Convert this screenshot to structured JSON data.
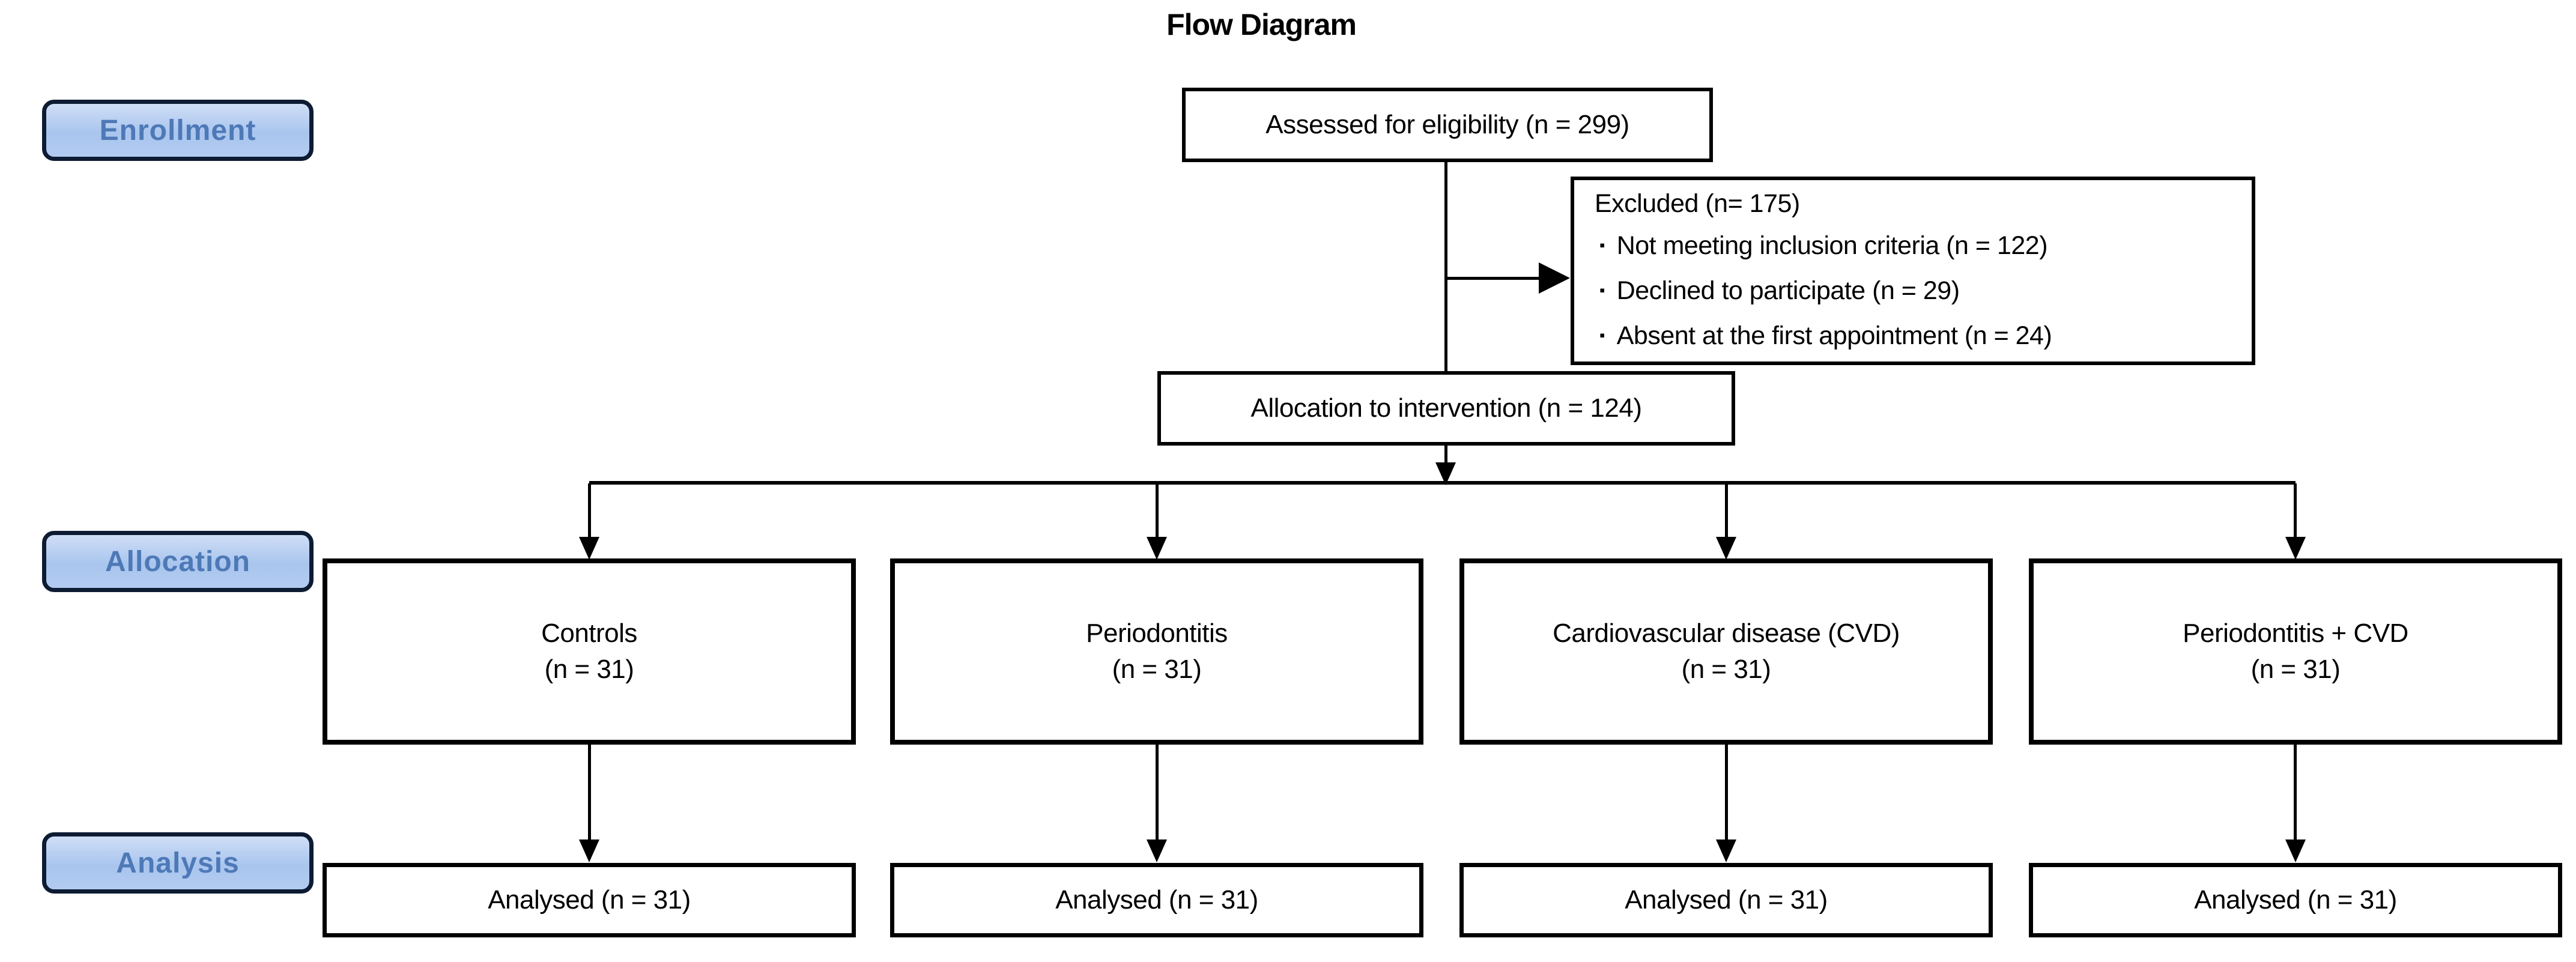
{
  "title": "Flow Diagram",
  "stage_labels": {
    "enrollment": "Enrollment",
    "allocation": "Allocation",
    "analysis": "Analysis"
  },
  "enrollment": {
    "assessed": "Assessed for eligibility (n = 299)",
    "excluded": {
      "heading": "Excluded (n= 175)",
      "bullet": "▪",
      "items": [
        "Not meeting inclusion criteria (n = 122)",
        "Declined to participate (n = 29)",
        "Absent at the first appointment (n = 24)"
      ]
    },
    "allocated": "Allocation to intervention (n = 124)"
  },
  "groups": [
    {
      "name": "Controls",
      "n": "(n = 31)",
      "analysed": "Analysed (n = 31)"
    },
    {
      "name": "Periodontitis",
      "n": "(n = 31)",
      "analysed": "Analysed (n = 31)"
    },
    {
      "name": "Cardiovascular disease (CVD)",
      "n": "(n = 31)",
      "analysed": "Analysed (n = 31)"
    },
    {
      "name": "Periodontitis + CVD",
      "n": "(n = 31)",
      "analysed": "Analysed (n = 31)"
    }
  ],
  "colors": {
    "stage_fill_top": "#cfdef6",
    "stage_fill_bottom": "#a9c5ee",
    "stage_border": "#0d1b33",
    "stage_text": "#4e79b7",
    "box_border": "#000000",
    "line": "#000000",
    "background": "#ffffff"
  }
}
